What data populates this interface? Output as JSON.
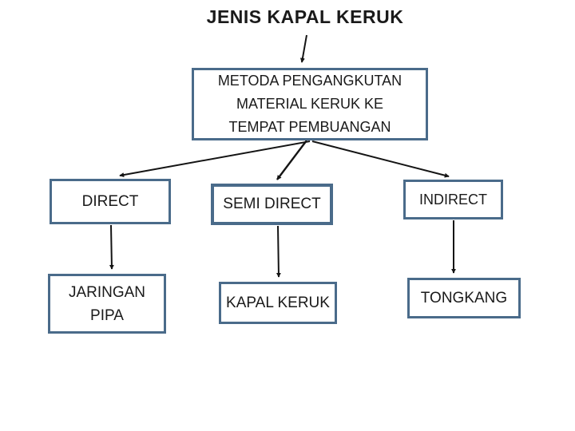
{
  "diagram": {
    "title": "JENIS KAPAL KERUK",
    "nodes": {
      "metoda": {
        "label": "METODA PENGANGKUTAN\nMATERIAL KERUK KE\nTEMPAT PEMBUANGAN"
      },
      "direct": {
        "label": "DIRECT"
      },
      "semi_direct": {
        "label": "SEMI DIRECT"
      },
      "indirect": {
        "label": "INDIRECT"
      },
      "jaringan_pipa": {
        "label": "JARINGAN\nPIPA"
      },
      "kapal_keruk": {
        "label": "KAPAL KERUK"
      },
      "tongkang": {
        "label": "TONGKANG"
      }
    },
    "edges": [
      {
        "from": "title",
        "to": "metoda"
      },
      {
        "from": "metoda",
        "to": "direct"
      },
      {
        "from": "metoda",
        "to": "semi_direct"
      },
      {
        "from": "metoda",
        "to": "indirect"
      },
      {
        "from": "direct",
        "to": "jaringan_pipa"
      },
      {
        "from": "semi_direct",
        "to": "kapal_keruk"
      },
      {
        "from": "indirect",
        "to": "tongkang"
      }
    ],
    "colors": {
      "background": "#ffffff",
      "box_border": "#4a6b8a",
      "arrow": "#141414",
      "text": "#1a1a1a"
    }
  }
}
